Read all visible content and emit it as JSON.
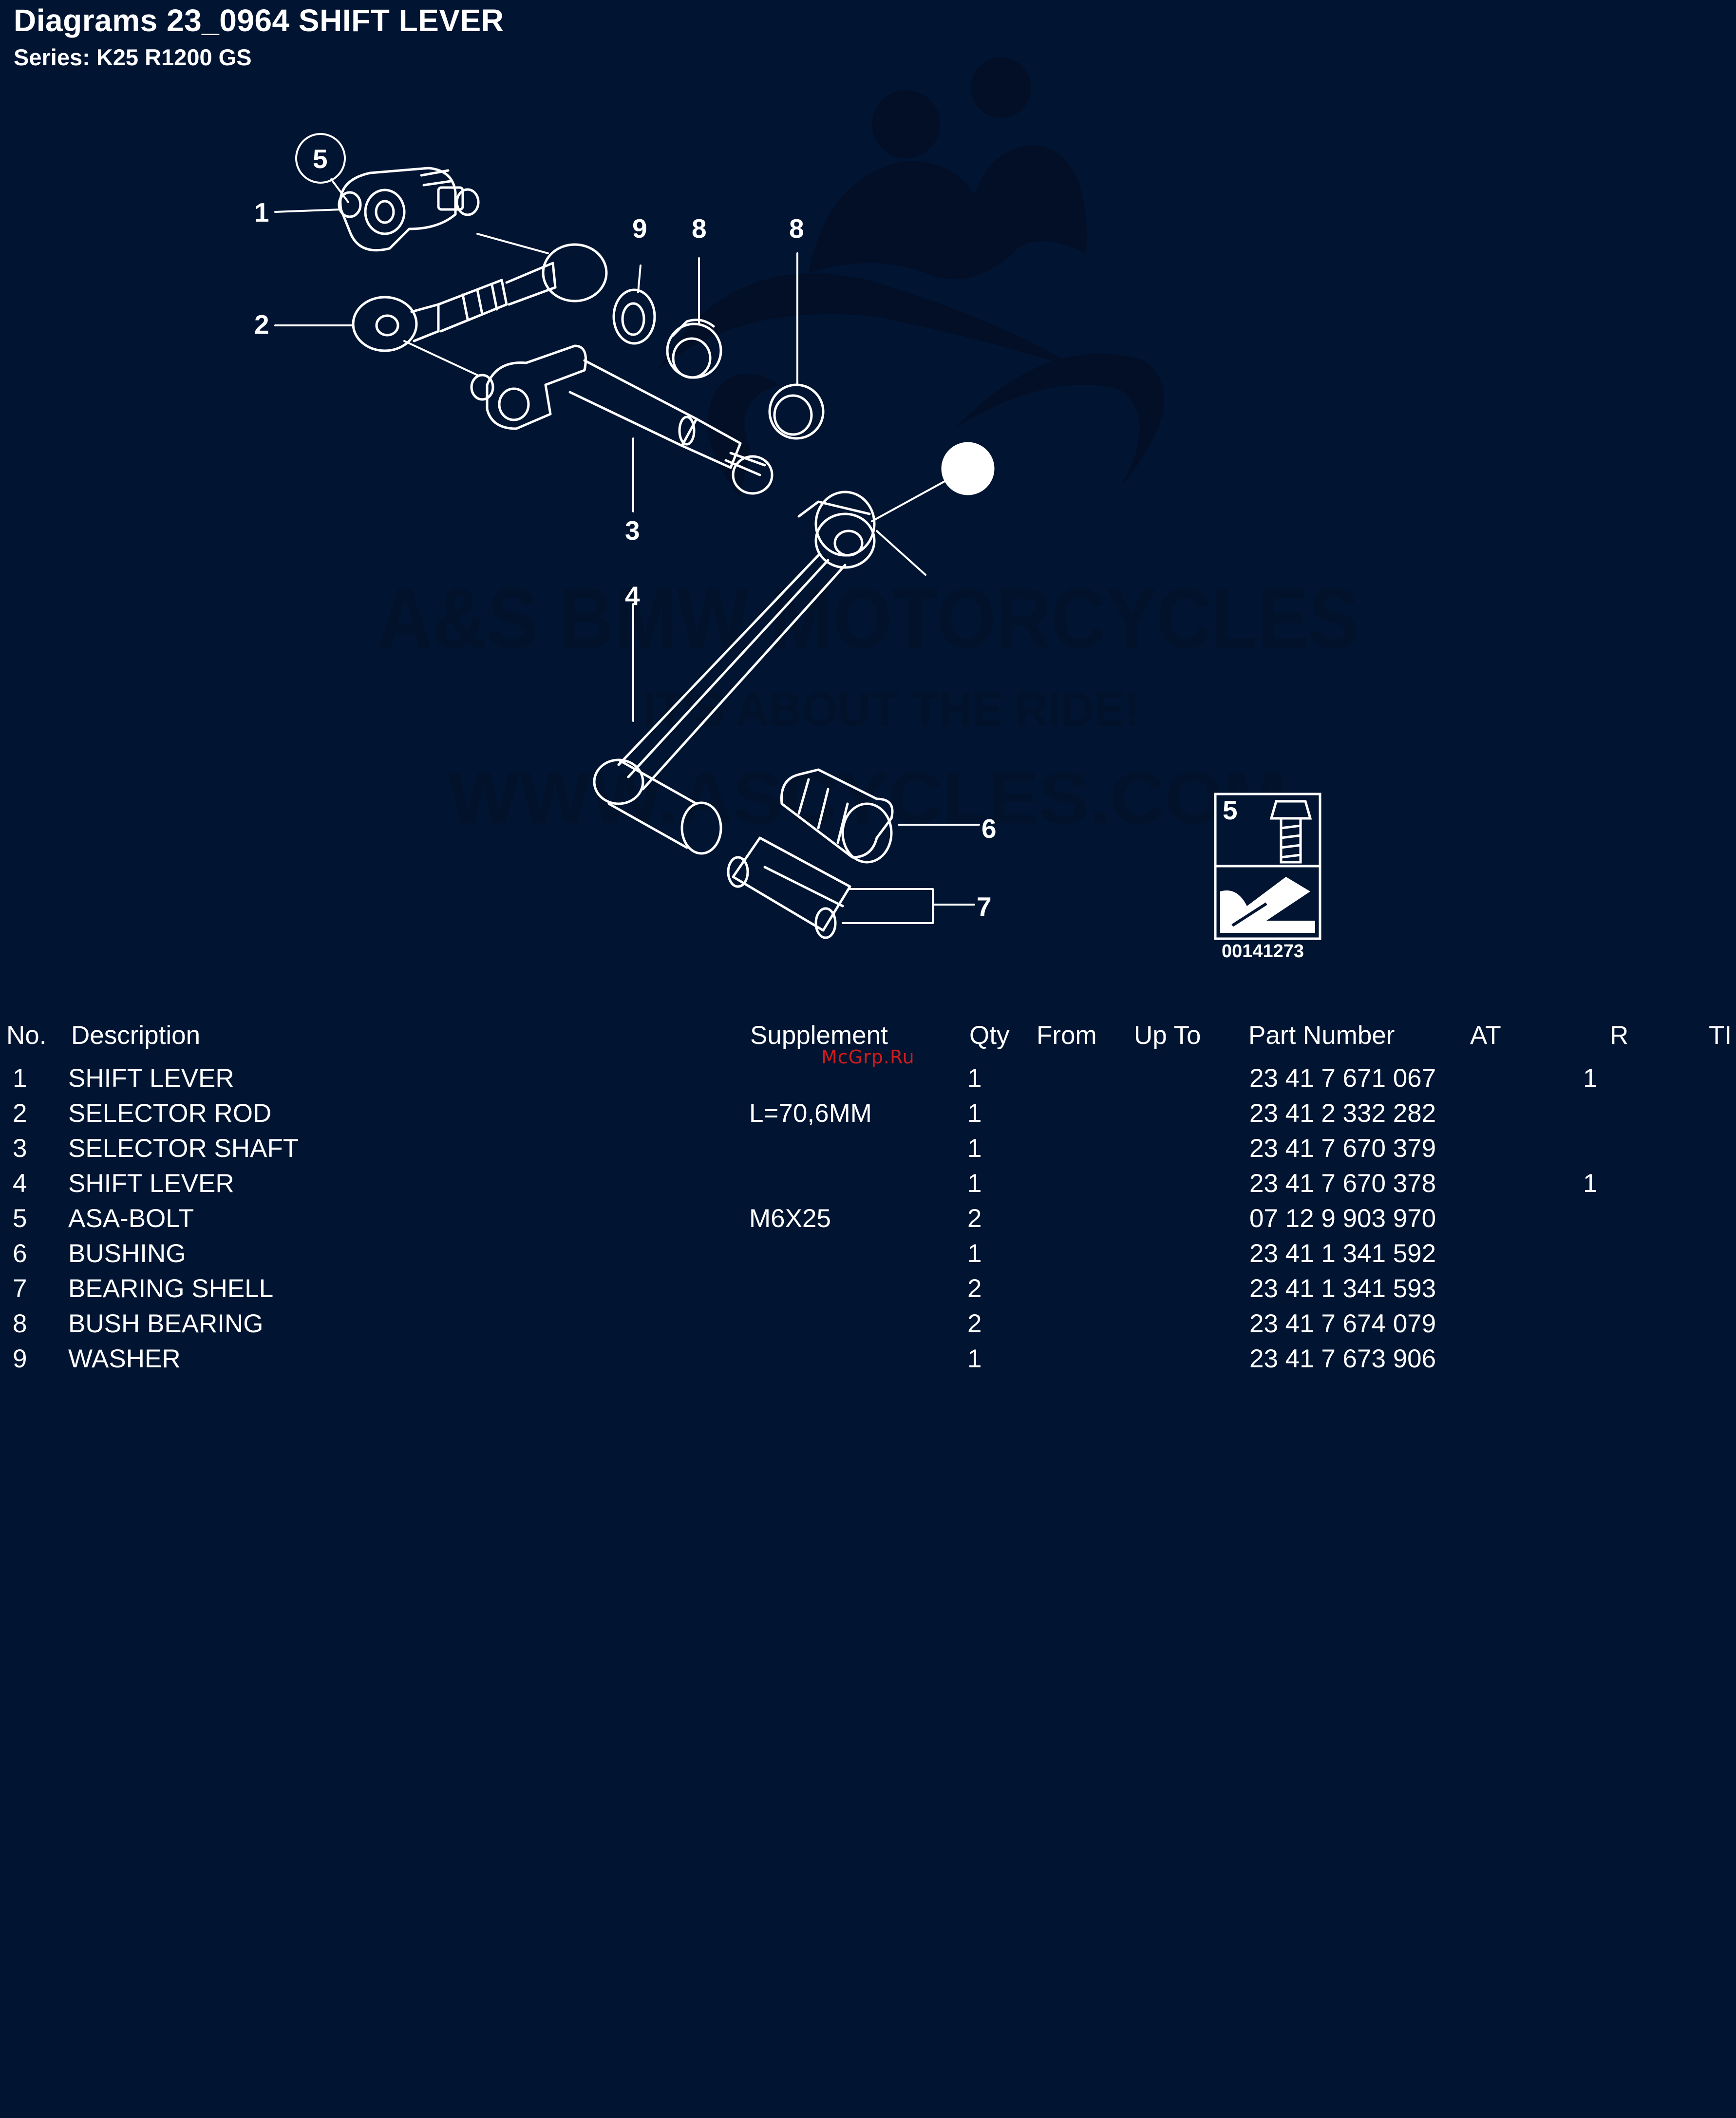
{
  "header": {
    "title": "Diagrams 23_0964 SHIFT LEVER",
    "subtitle": "Series: K25 R1200 GS"
  },
  "watermark": {
    "line1": "A&S BMW MOTORCYCLES",
    "line2": "IT'S ABOUT THE RIDE!",
    "line3": "WWW.ASCYCLES.COM",
    "overlay": "McGrp.Ru"
  },
  "diagram": {
    "callouts": [
      "1",
      "2",
      "3",
      "4",
      "5",
      "6",
      "7",
      "8",
      "8",
      "9"
    ],
    "inset_callout": "5",
    "image_code": "00141273"
  },
  "table": {
    "headers": [
      "No.",
      "Description",
      "Supplement",
      "Qty",
      "From",
      "Up To",
      "Part Number",
      "AT",
      "R",
      "TI"
    ],
    "rows": [
      {
        "no": "1",
        "description": "SHIFT LEVER",
        "supplement": "",
        "qty": "1",
        "part_number": "23 41 7 671 067",
        "r": "1"
      },
      {
        "no": "2",
        "description": "SELECTOR ROD",
        "supplement": "L=70,6MM",
        "qty": "1",
        "part_number": "23 41 2 332 282",
        "r": ""
      },
      {
        "no": "3",
        "description": "SELECTOR SHAFT",
        "supplement": "",
        "qty": "1",
        "part_number": "23 41 7 670 379",
        "r": ""
      },
      {
        "no": "4",
        "description": "SHIFT LEVER",
        "supplement": "",
        "qty": "1",
        "part_number": "23 41 7 670 378",
        "r": "1"
      },
      {
        "no": "5",
        "description": "ASA-BOLT",
        "supplement": "M6X25",
        "qty": "2",
        "part_number": "07 12 9 903 970",
        "r": ""
      },
      {
        "no": "6",
        "description": "BUSHING",
        "supplement": "",
        "qty": "1",
        "part_number": "23 41 1 341 592",
        "r": ""
      },
      {
        "no": "7",
        "description": "BEARING SHELL",
        "supplement": "",
        "qty": "2",
        "part_number": "23 41 1 341 593",
        "r": ""
      },
      {
        "no": "8",
        "description": "BUSH BEARING",
        "supplement": "",
        "qty": "2",
        "part_number": "23 41 7 674 079",
        "r": ""
      },
      {
        "no": "9",
        "description": "WASHER",
        "supplement": "",
        "qty": "1",
        "part_number": "23 41 7 673 906",
        "r": ""
      }
    ]
  }
}
